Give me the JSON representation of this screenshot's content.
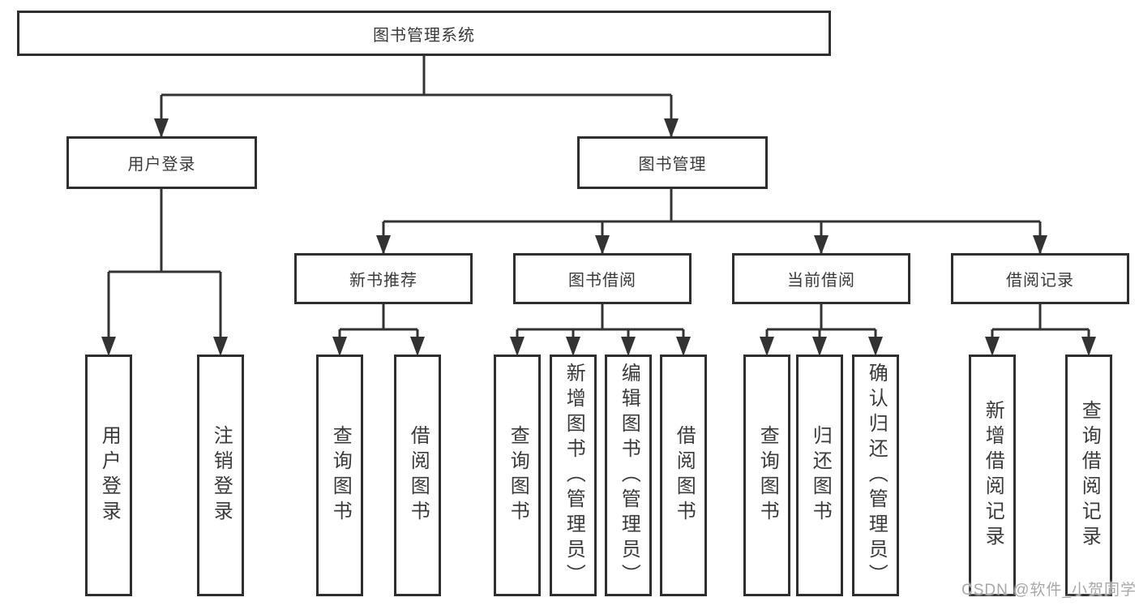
{
  "diagram_title": "图书管理系统",
  "tree": {
    "root": "图书管理系统",
    "branches": [
      {
        "label": "用户登录",
        "children": [
          "用户登录",
          "注销登录"
        ]
      },
      {
        "label": "图书管理",
        "children": [
          {
            "label": "新书推荐",
            "children": [
              "查询图书",
              "借阅图书"
            ]
          },
          {
            "label": "图书借阅",
            "children": [
              "查询图书",
              "新增图书（管理员）",
              "编辑图书（管理员）",
              "借阅图书"
            ]
          },
          {
            "label": "当前借阅",
            "children": [
              "查询图书",
              "归还图书",
              "确认归还（管理员）"
            ]
          },
          {
            "label": "借阅记录",
            "children": [
              "新增借阅记录",
              "查询借阅记录"
            ]
          }
        ]
      }
    ]
  },
  "watermark": "CSDN @软件_小贺同学",
  "colors": {
    "line": "#333333",
    "box_border": "#2f2f2f",
    "text": "#3a3a3a",
    "watermark": "#a8a8a8",
    "background": "#ffffff"
  }
}
